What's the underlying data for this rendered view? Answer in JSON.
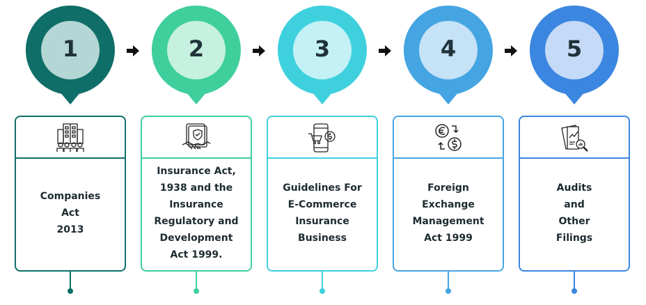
{
  "steps": [
    {
      "number": "1",
      "label": "Companies\nAct\n2013",
      "icon": "office-building-people-icon",
      "color": "#0f6e68",
      "inner": "#b4d6d4"
    },
    {
      "number": "2",
      "label": "Insurance Act,\n1938 and the\nInsurance\nRegulatory and\nDevelopment\nAct 1999.",
      "icon": "handshake-shield-icon",
      "color": "#3fcf9c",
      "inner": "#c6f0df"
    },
    {
      "number": "3",
      "label": "Guidelines For\nE-Commerce\nInsurance\nBusiness",
      "icon": "mobile-shopping-cart-icon",
      "color": "#3fd0de",
      "inner": "#c3f1f5"
    },
    {
      "number": "4",
      "label": "Foreign\nExchange\nManagement\nAct 1999",
      "icon": "currency-exchange-icon",
      "color": "#45a5e3",
      "inner": "#c5e2f6"
    },
    {
      "number": "5",
      "label": "Audits\nand\nOther\nFilings",
      "icon": "report-magnifier-icon",
      "color": "#3b86e0",
      "inner": "#c5daf6"
    }
  ]
}
